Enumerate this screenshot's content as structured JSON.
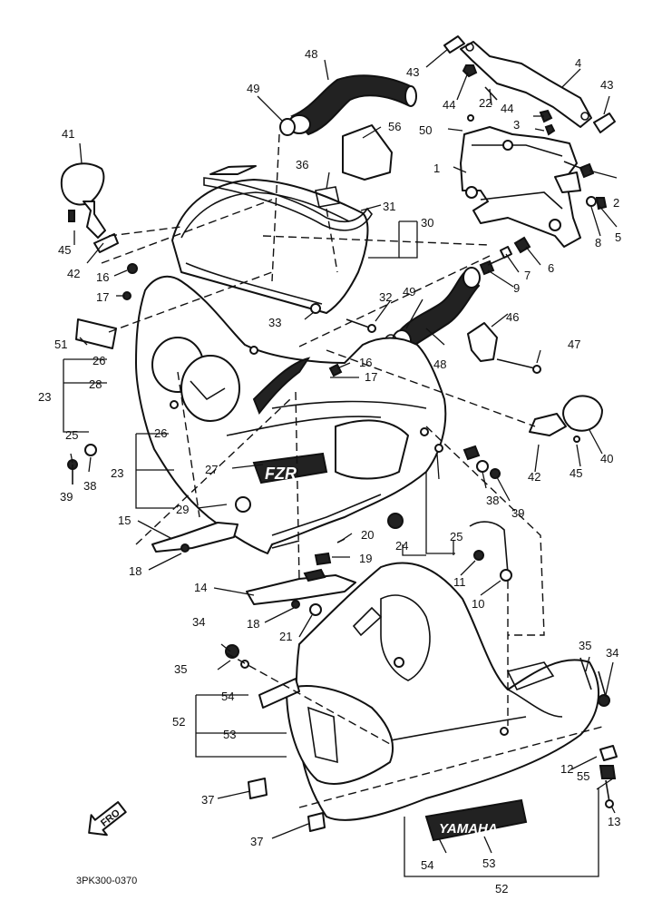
{
  "diagram": {
    "drawing_code": "3PK300-0370",
    "direction_badge": "FRO",
    "upper_cowl_decal": "FZR",
    "lower_cowl_decal": "YAMAHA",
    "callouts": [
      "1",
      "2",
      "3",
      "4",
      "5",
      "6",
      "7",
      "8",
      "9",
      "10",
      "11",
      "12",
      "13",
      "14",
      "15",
      "16",
      "17",
      "18",
      "19",
      "20",
      "21",
      "22",
      "23",
      "24",
      "25",
      "26",
      "27",
      "28",
      "29",
      "30",
      "31",
      "32",
      "33",
      "34",
      "35",
      "36",
      "37",
      "38",
      "39",
      "40",
      "41",
      "42",
      "43",
      "44",
      "45",
      "46",
      "47",
      "48",
      "49",
      "50",
      "51",
      "52",
      "53",
      "54",
      "55",
      "56"
    ],
    "extra_callouts": [
      "16",
      "17",
      "18",
      "23",
      "25",
      "26",
      "34",
      "35",
      "37",
      "38",
      "39",
      "42",
      "43",
      "44",
      "45",
      "48",
      "49",
      "52",
      "53",
      "54"
    ]
  }
}
